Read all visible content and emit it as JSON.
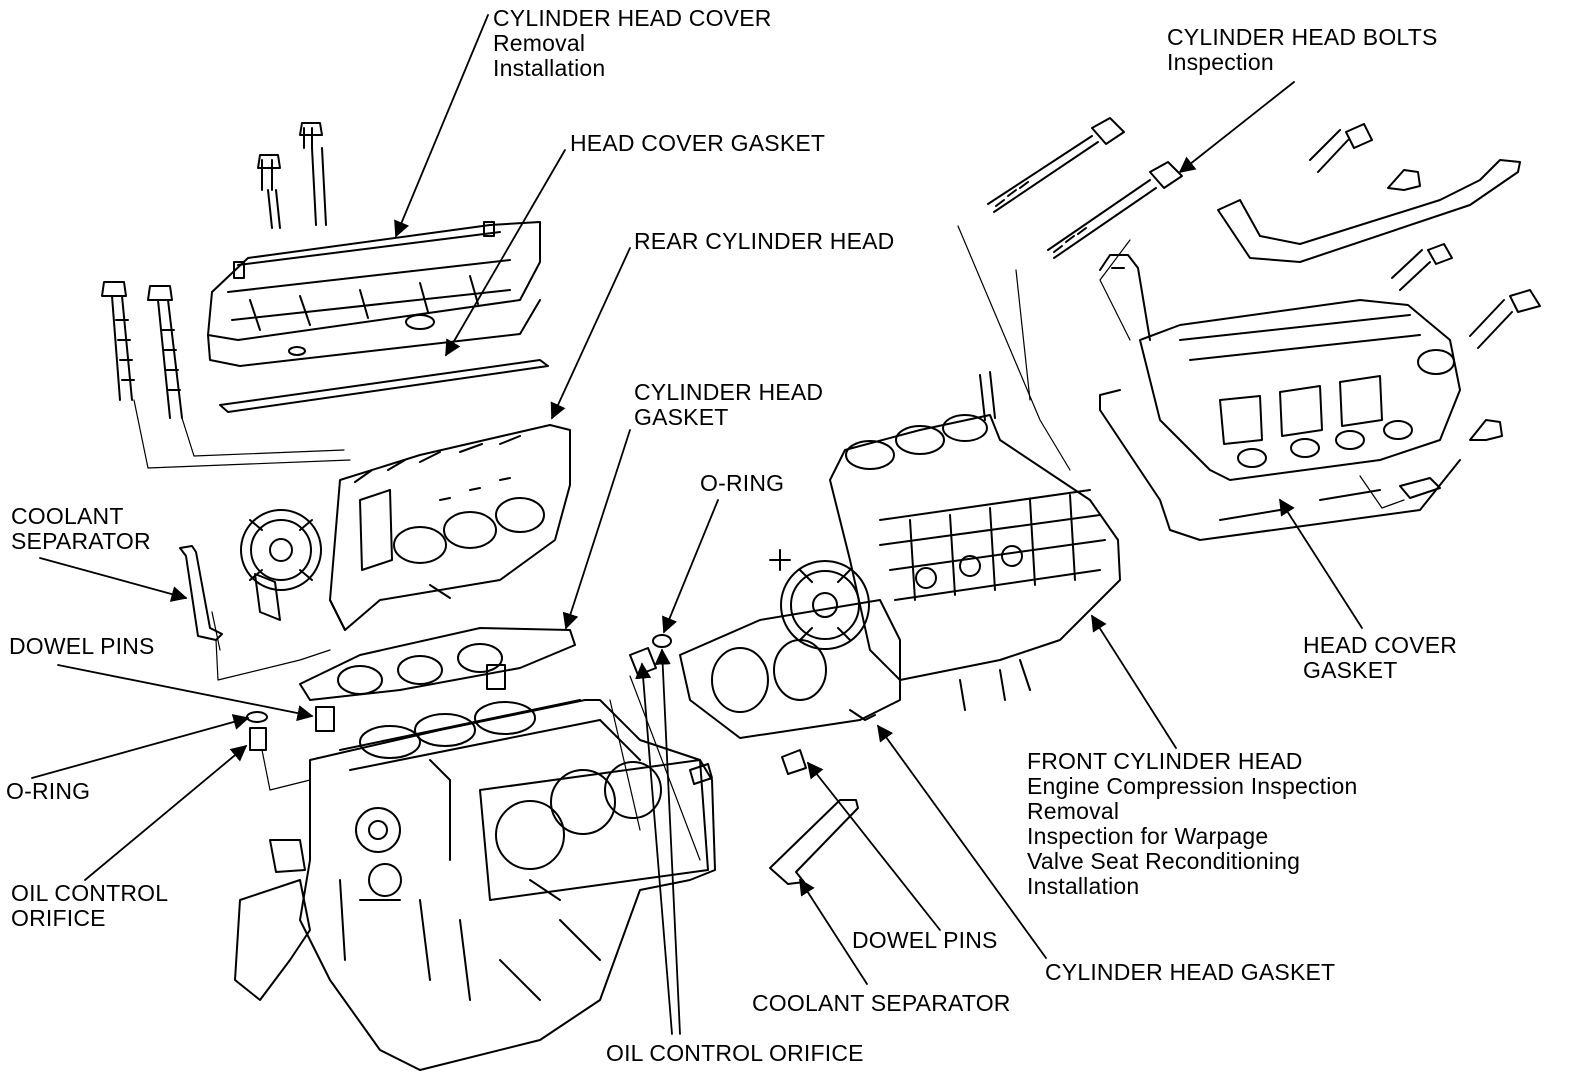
{
  "labels": {
    "cyl_head_cover": {
      "title": "CYLINDER HEAD COVER",
      "line1": "Removal",
      "line2": "Installation"
    },
    "head_cover_gasket_rear": "HEAD COVER GASKET",
    "rear_cyl_head": "REAR CYLINDER HEAD",
    "cyl_head_gasket_rear": {
      "line1": "CYLINDER HEAD",
      "line2": "GASKET"
    },
    "coolant_separator_left": {
      "line1": "COOLANT",
      "line2": "SEPARATOR"
    },
    "dowel_pins_left": "DOWEL PINS",
    "o_ring_left": "O-RING",
    "oil_control_orifice_left": {
      "line1": "OIL CONTROL",
      "line2": "ORIFICE"
    },
    "o_ring_mid": "O-RING",
    "oil_control_orifice_bottom": "OIL CONTROL ORIFICE",
    "coolant_separator_bottom": "COOLANT SEPARATOR",
    "dowel_pins_bottom": "DOWEL PINS",
    "cyl_head_gasket_front": "CYLINDER HEAD GASKET",
    "front_cyl_head": {
      "title": "FRONT CYLINDER HEAD",
      "items": [
        "Engine Compression Inspection",
        "Removal",
        "Inspection for Warpage",
        "Valve Seat Reconditioning",
        "Installation"
      ]
    },
    "head_cover_gasket_front": {
      "line1": "HEAD COVER",
      "line2": "GASKET"
    },
    "cyl_head_bolts": {
      "title": "CYLINDER HEAD BOLTS",
      "line1": "Inspection"
    }
  },
  "colors": {
    "line": "#000000",
    "background": "#ffffff"
  }
}
